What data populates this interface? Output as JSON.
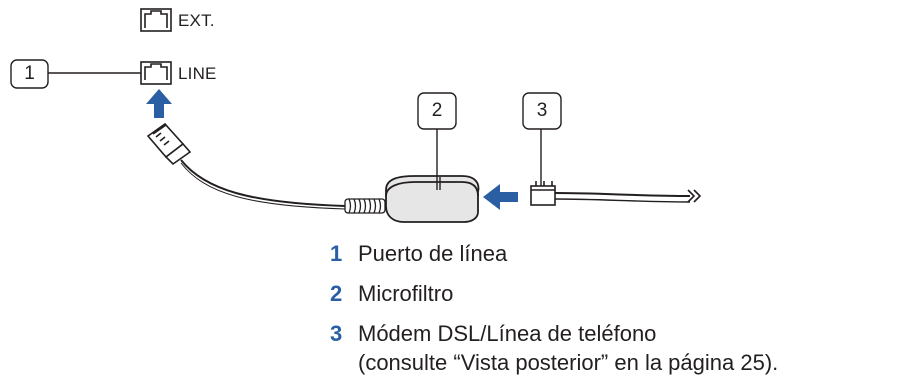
{
  "ports": {
    "ext_label": "EXT.",
    "line_label": "LINE"
  },
  "callouts": {
    "c1": "1",
    "c2": "2",
    "c3": "3"
  },
  "legend": [
    {
      "num": "1",
      "text": "Puerto de línea"
    },
    {
      "num": "2",
      "text": "Microfiltro"
    },
    {
      "num": "3",
      "text": "Módem DSL/Línea de teléfono"
    }
  ],
  "legend_note": "(consulte “Vista posterior” en la página 25).",
  "colors": {
    "accent": "#2a5fa3",
    "ink": "#231f20",
    "filter_gray": "#e6e6e6"
  }
}
